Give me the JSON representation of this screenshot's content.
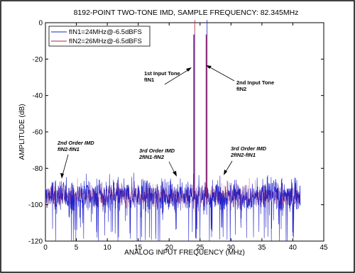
{
  "chart_data": {
    "type": "line",
    "title": "8192-POINT TWO-TONE IMD, SAMPLE FREQUENCY: 82.345MHz",
    "xlabel": "ANALOG INPUT FREQUENCY (MHz)",
    "ylabel": "AMPLITUDE (dB)",
    "xlim": [
      0,
      45
    ],
    "ylim": [
      -120,
      0
    ],
    "xticks": [
      0,
      5,
      10,
      15,
      20,
      25,
      30,
      35,
      40,
      45
    ],
    "yticks": [
      0,
      -20,
      -40,
      -60,
      -80,
      -100,
      -120
    ],
    "grid": false,
    "legend": "top-left",
    "noise_floor_db": -95,
    "noise_span_mhz": [
      0,
      41.2
    ],
    "series": [
      {
        "name": "fIN1=24MHz@-6.5dBFS",
        "color": "#2222cc",
        "tone": {
          "x": 24,
          "y": -6.5
        }
      },
      {
        "name": "fIN2=26MHz@-6.5dBFS",
        "color": "#b0204a",
        "tone": {
          "x": 26,
          "y": -6.5
        }
      }
    ],
    "annotations": [
      {
        "lines": [
          "1st Input Tone",
          "fIN1"
        ],
        "italic": false
      },
      {
        "lines": [
          "2nd Input Tone",
          "fIN2"
        ],
        "italic": false
      },
      {
        "lines": [
          "2nd Order IMD",
          "fIN2-fIN1"
        ],
        "italic": true
      },
      {
        "lines": [
          "3rd Order IMD",
          "2fIN1-fIN2"
        ],
        "italic": true
      },
      {
        "lines": [
          "3rd Order IMD",
          "2fIN2-fIN1"
        ],
        "italic": true
      }
    ]
  }
}
